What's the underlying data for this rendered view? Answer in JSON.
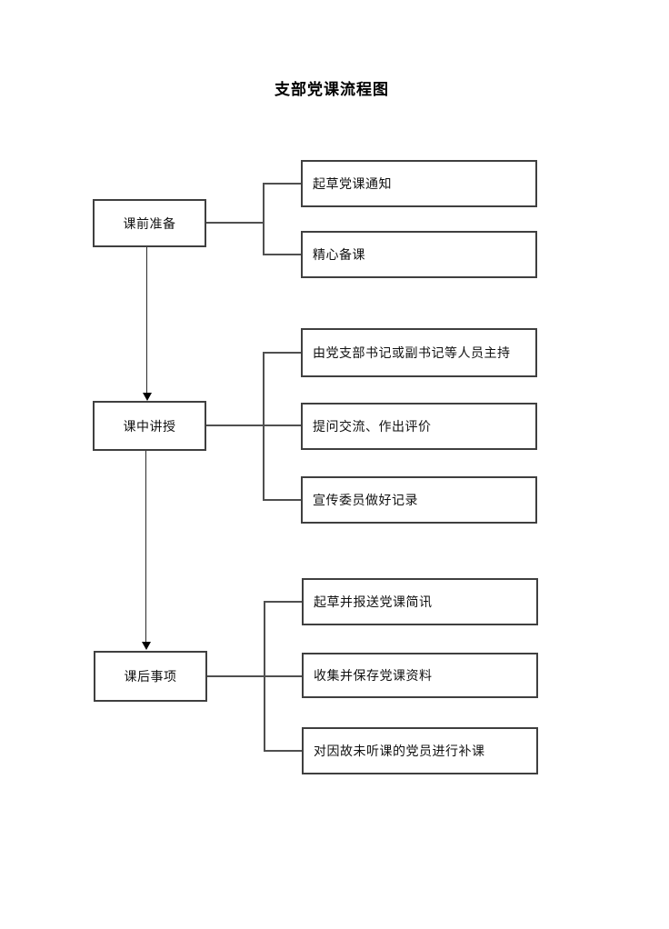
{
  "page": {
    "title": "支部党课流程图"
  },
  "flowchart": {
    "stages": [
      {
        "label": "课前准备",
        "items": [
          "起草党课通知",
          "精心备课"
        ]
      },
      {
        "label": "课中讲授",
        "items": [
          "由党支部书记或副书记等人员主持",
          "提问交流、作出评价",
          "宣传委员做好记录"
        ]
      },
      {
        "label": "课后事项",
        "items": [
          "起草并报送党课简讯",
          "收集并保存党课资料",
          "对因故未听课的党员进行补课"
        ]
      }
    ]
  },
  "colors": {
    "box-border": "#3f3f3f",
    "connector": "#4f4f4f",
    "text": "#111111",
    "page-bg": "#ffffff"
  }
}
